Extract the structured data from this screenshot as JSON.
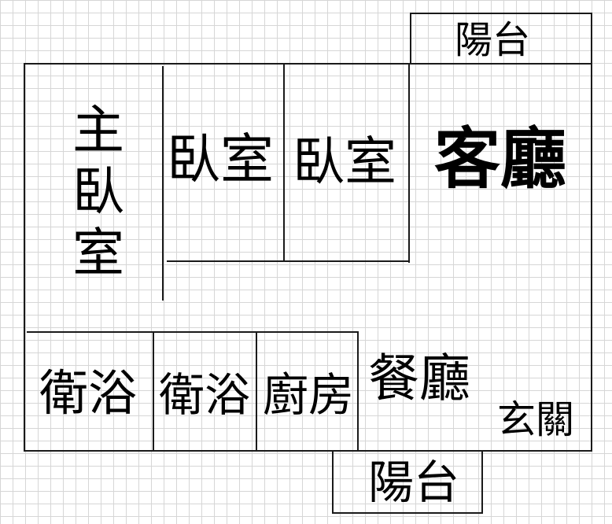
{
  "floor_plan": {
    "rooms": {
      "balcony_top": "陽台",
      "master_bedroom": "主臥室",
      "bedroom_1": "臥室",
      "bedroom_2": "臥室",
      "living_room": "客廳",
      "bathroom_1": "衛浴",
      "bathroom_2": "衛浴",
      "kitchen": "廚房",
      "dining_room": "餐廳",
      "entrance": "玄關",
      "balcony_bottom": "陽台"
    }
  }
}
